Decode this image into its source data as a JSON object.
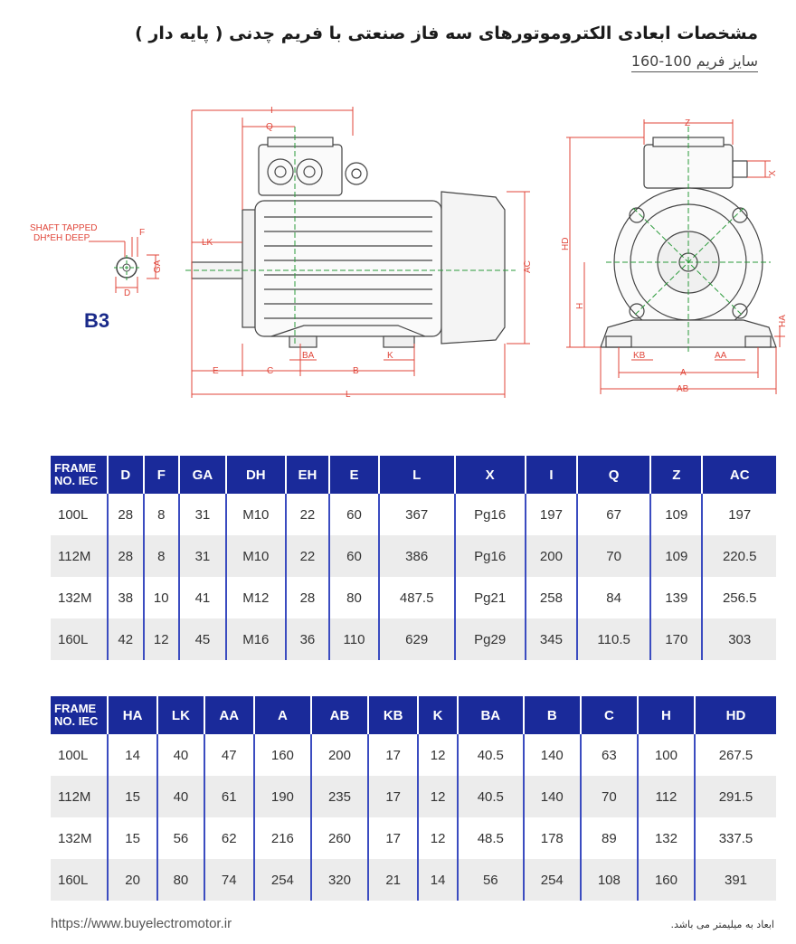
{
  "header": {
    "title": "مشخصات ابعادی الکتروموتورهای سه فاز صنعتی با فریم چدنی ( پایه دار )",
    "subtitle": "سایز فریم  100-160"
  },
  "drawing": {
    "mounting": "B3",
    "shaft_note_line1": "SHAFT TAPPED",
    "shaft_note_line2": "DH*EH DEEP",
    "labels": {
      "I": "I",
      "Q": "Q",
      "LK": "LK",
      "AC": "AC",
      "E": "E",
      "C": "C",
      "BA": "BA",
      "B": "B",
      "K": "K",
      "L": "L",
      "F": "F",
      "GA": "GA",
      "D": "D",
      "Z": "Z",
      "X": "X",
      "HD": "HD",
      "H": "H",
      "HA": "HA",
      "KB": "KB",
      "AA": "AA",
      "A": "A",
      "AB": "AB"
    }
  },
  "table1": {
    "frame_header": [
      "FRAME",
      "NO. IEC"
    ],
    "headers": [
      "D",
      "F",
      "GA",
      "DH",
      "EH",
      "E",
      "L",
      "X",
      "I",
      "Q",
      "Z",
      "AC"
    ],
    "rows": [
      [
        "100L",
        "28",
        "8",
        "31",
        "M10",
        "22",
        "60",
        "367",
        "Pg16",
        "197",
        "67",
        "109",
        "197"
      ],
      [
        "112M",
        "28",
        "8",
        "31",
        "M10",
        "22",
        "60",
        "386",
        "Pg16",
        "200",
        "70",
        "109",
        "220.5"
      ],
      [
        "132M",
        "38",
        "10",
        "41",
        "M12",
        "28",
        "80",
        "487.5",
        "Pg21",
        "258",
        "84",
        "139",
        "256.5"
      ],
      [
        "160L",
        "42",
        "12",
        "45",
        "M16",
        "36",
        "110",
        "629",
        "Pg29",
        "345",
        "110.5",
        "170",
        "303"
      ]
    ]
  },
  "table2": {
    "frame_header": [
      "FRAME",
      "NO. IEC"
    ],
    "headers": [
      "HA",
      "LK",
      "AA",
      "A",
      "AB",
      "KB",
      "K",
      "BA",
      "B",
      "C",
      "H",
      "HD"
    ],
    "rows": [
      [
        "100L",
        "14",
        "40",
        "47",
        "160",
        "200",
        "17",
        "12",
        "40.5",
        "140",
        "63",
        "100",
        "267.5"
      ],
      [
        "112M",
        "15",
        "40",
        "61",
        "190",
        "235",
        "17",
        "12",
        "40.5",
        "140",
        "70",
        "112",
        "291.5"
      ],
      [
        "132M",
        "15",
        "56",
        "62",
        "216",
        "260",
        "17",
        "12",
        "48.5",
        "178",
        "89",
        "132",
        "337.5"
      ],
      [
        "160L",
        "20",
        "80",
        "74",
        "254",
        "320",
        "21",
        "14",
        "56",
        "254",
        "108",
        "160",
        "391"
      ]
    ]
  },
  "footer": {
    "url": "https://www.buyelectromotor.ir",
    "note": "ابعاد به میلیمتر می باشد."
  }
}
